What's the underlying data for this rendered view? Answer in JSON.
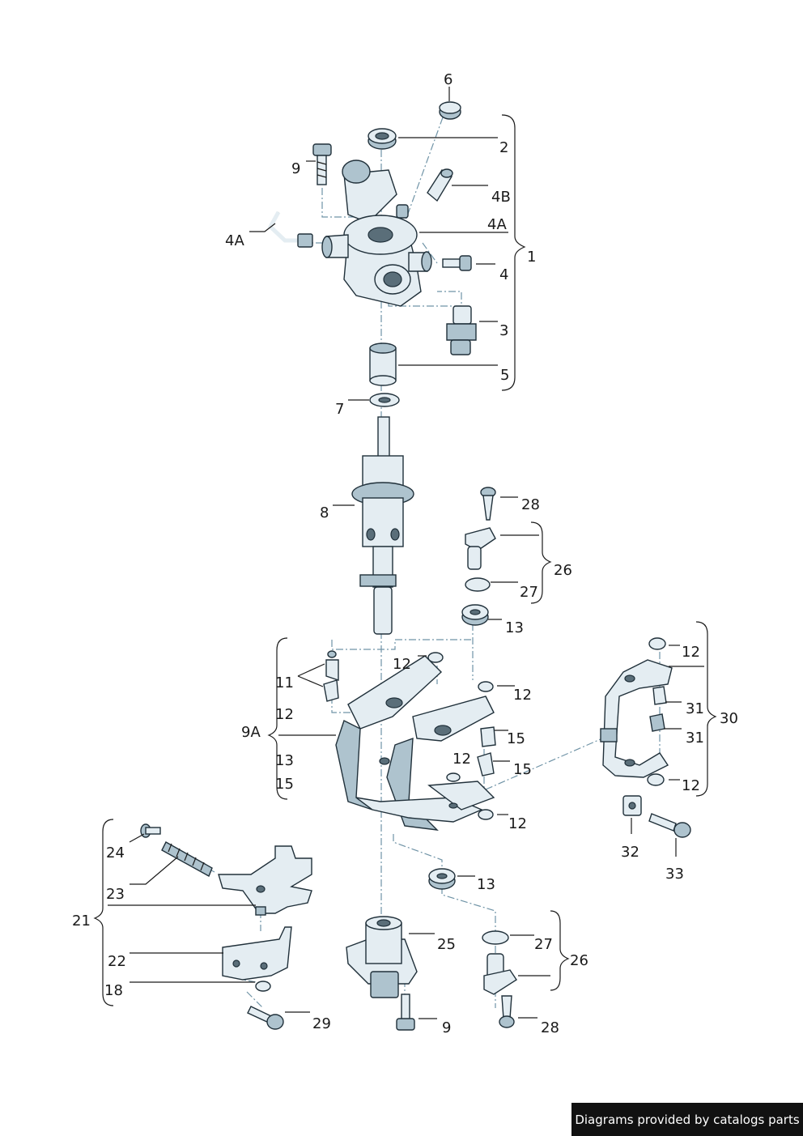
{
  "callouts": {
    "c6": "6",
    "c2": "2",
    "c9a": "9",
    "c4b": "4B",
    "c4a_r": "4A",
    "c4a_l": "4A",
    "c1": "1",
    "c4": "4",
    "c3": "3",
    "c5": "5",
    "c7": "7",
    "c8": "8",
    "c28a": "28",
    "c26a": "26",
    "c27a": "27",
    "c13a": "13",
    "c12a": "12",
    "c11": "11",
    "c12b": "12",
    "c9A": "9A",
    "c12c": "12",
    "c13b": "13",
    "c15a": "15",
    "c15b": "15",
    "c15c": "15",
    "c12d": "12",
    "c12e": "12",
    "c12f": "12",
    "c31a": "31",
    "c30": "30",
    "c31b": "31",
    "c12g": "12",
    "c32": "32",
    "c33": "33",
    "c24": "24",
    "c23": "23",
    "c21": "21",
    "c22": "22",
    "c18": "18",
    "c29": "29",
    "c13c": "13",
    "c25": "25",
    "c9b": "9",
    "c27b": "27",
    "c26b": "26",
    "c28b": "28"
  },
  "footer": {
    "text": "Diagrams provided by catalogs parts"
  }
}
